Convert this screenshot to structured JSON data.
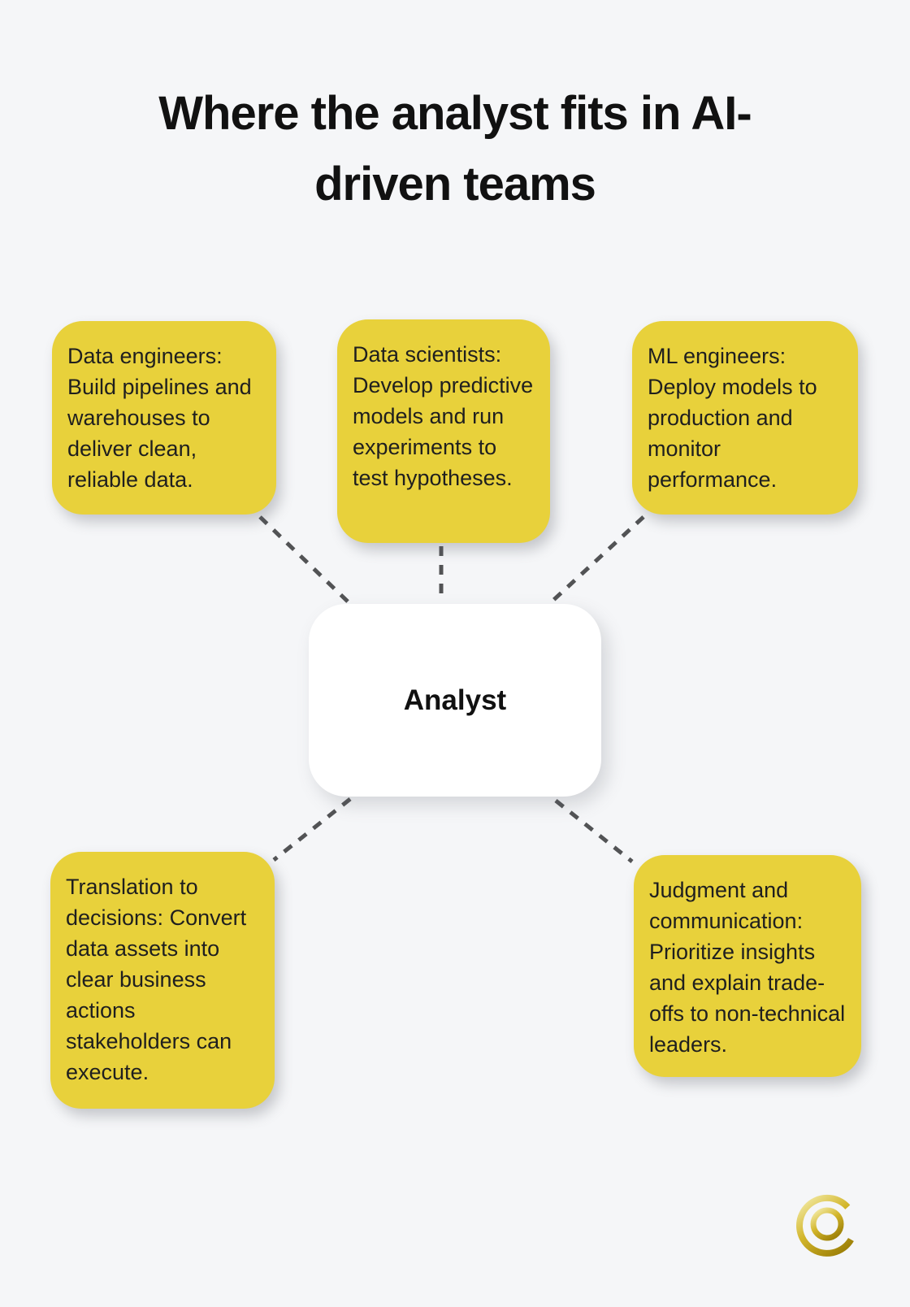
{
  "title": {
    "line1": "Where the analyst fits in AI-",
    "line2": "driven teams"
  },
  "center_node": {
    "label": "Analyst"
  },
  "nodes": [
    {
      "id": "data-engineers",
      "text": "Data engineers: Build pipelines and warehouses to deliver clean, reliable data."
    },
    {
      "id": "data-scientists",
      "text": "Data scientists: Develop predictive models and run experiments to test hypotheses."
    },
    {
      "id": "ml-engineers",
      "text": "ML engineers: Deploy models to production and monitor performance."
    },
    {
      "id": "translation-to-decisions",
      "text": "Translation to decisions: Convert data assets into clear business actions stakeholders can execute."
    },
    {
      "id": "judgment-and-communication",
      "text": "Judgment and communication: Prioritize insights and explain trade-offs to non-technical leaders."
    }
  ],
  "logo": {
    "icon": "gold-q-ring-emblem"
  },
  "colors": {
    "background": "#f5f6f8",
    "node_fill": "#e8d13b",
    "center_fill": "#ffffff",
    "connector": "#525355",
    "body_text": "#1f1f1f",
    "title_text": "#111111",
    "logo_gold_light": "#f0e69c",
    "logo_gold": "#d2b52a",
    "logo_gold_dark": "#9c7f08"
  }
}
